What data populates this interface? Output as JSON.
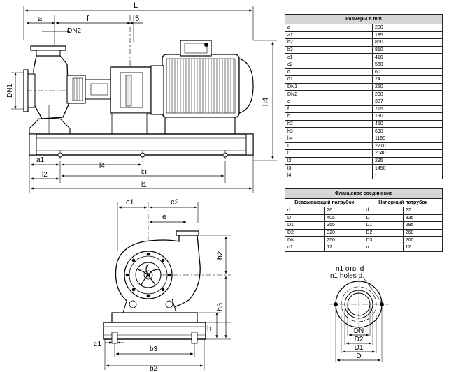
{
  "dimensions_table": {
    "title": "Размеры в mm",
    "rows": [
      {
        "k": "a",
        "v": "200"
      },
      {
        "k": "a1",
        "v": "195"
      },
      {
        "k": "b2",
        "v": "860"
      },
      {
        "k": "b3",
        "v": "810"
      },
      {
        "k": "c1",
        "v": "410"
      },
      {
        "k": "c2",
        "v": "560"
      },
      {
        "k": "d",
        "v": "60"
      },
      {
        "k": "d1",
        "v": "24"
      },
      {
        "k": "DN1",
        "v": "250"
      },
      {
        "k": "DN2",
        "v": "200"
      },
      {
        "k": "e",
        "v": "387"
      },
      {
        "k": "f",
        "v": "715"
      },
      {
        "k": "h",
        "v": "190"
      },
      {
        "k": "h2",
        "v": "450"
      },
      {
        "k": "h3",
        "v": "690"
      },
      {
        "k": "h4",
        "v": "1190"
      },
      {
        "k": "L",
        "v": "2210"
      },
      {
        "k": "l1",
        "v": "2040"
      },
      {
        "k": "l2",
        "v": "295"
      },
      {
        "k": "l3",
        "v": "1450"
      },
      {
        "k": "l4",
        "v": "-"
      }
    ]
  },
  "flange_table": {
    "title": "Фланцевое соединение",
    "suction_label": "Всасывающий патрубок",
    "discharge_label": "Напорный патрубок",
    "rows": [
      {
        "sk": "d",
        "sv": "26",
        "dk": "d",
        "dv": "22"
      },
      {
        "sk": "D",
        "sv": "405",
        "dk": "D",
        "dv": "335"
      },
      {
        "sk": "D1",
        "sv": "355",
        "dk": "D1",
        "dv": "295"
      },
      {
        "sk": "D2",
        "sv": "320",
        "dk": "D2",
        "dv": "268"
      },
      {
        "sk": "DN",
        "sv": "250",
        "dk": "D3",
        "dv": "200"
      },
      {
        "sk": "n1",
        "sv": "12",
        "dk": "n",
        "dv": "12"
      }
    ]
  },
  "side_view": {
    "L": "L",
    "a": "a",
    "f": "f",
    "five": "5",
    "DN2": "DN2",
    "DN1": "DN1",
    "h4": "h4",
    "a1": "a1",
    "l4": "l4",
    "l2": "l2",
    "l3": "l3",
    "l1": "l1"
  },
  "front_view": {
    "c1": "c1",
    "c2": "c2",
    "e": "e",
    "h2": "h2",
    "h3": "h3",
    "h": "h",
    "d1": "d1",
    "b3": "b3",
    "b2": "b2"
  },
  "flange_view": {
    "holes_ru": "n1 отв. d",
    "holes_en": "n1 holes d",
    "DN": "DN",
    "D2": "D2",
    "D1": "D1",
    "D": "D"
  }
}
